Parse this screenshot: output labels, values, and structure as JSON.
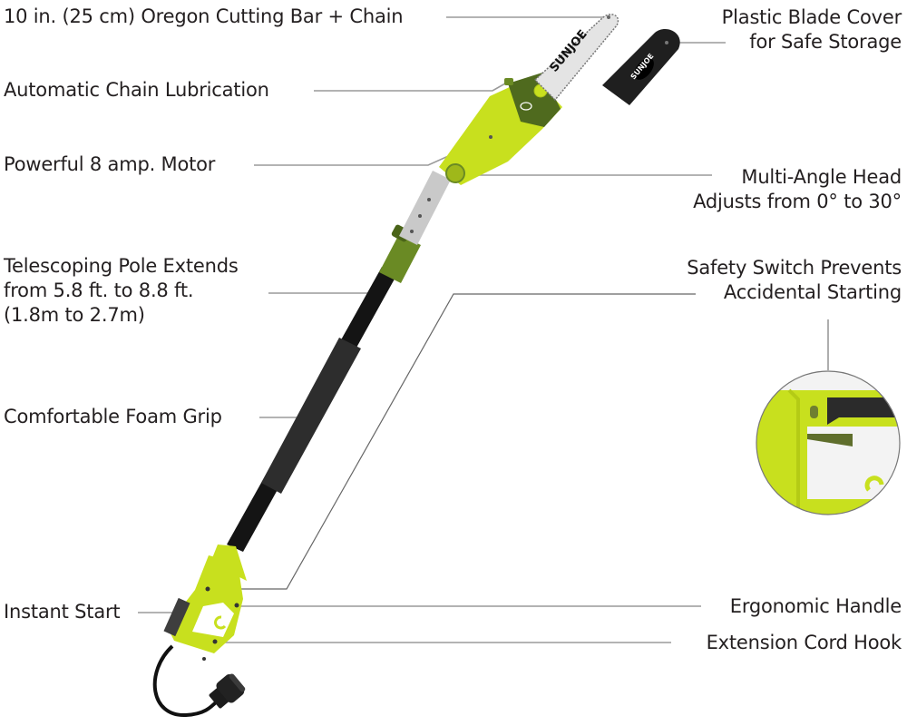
{
  "product": "Sun Joe electric pole chain saw",
  "brand_mark": "SUNJOE",
  "colors": {
    "accent_green": "#c8e01e",
    "dark_green": "#5f7a22",
    "olive": "#4f6a1e",
    "foam_black": "#2b2b2b",
    "callout_line": "#9a9a9a",
    "text": "#231f20"
  },
  "callouts": {
    "left": [
      {
        "id": "cutting-bar",
        "lines": [
          "10 in. (25 cm) Oregon Cutting Bar + Chain"
        ]
      },
      {
        "id": "chain-lubrication",
        "lines": [
          "Automatic Chain Lubrication"
        ]
      },
      {
        "id": "motor",
        "lines": [
          "Powerful 8 amp. Motor"
        ]
      },
      {
        "id": "telescoping-pole",
        "lines": [
          "Telescoping Pole Extends",
          "from 5.8 ft. to 8.8 ft.",
          "(1.8m to 2.7m)"
        ]
      },
      {
        "id": "foam-grip",
        "lines": [
          "Comfortable Foam Grip"
        ]
      },
      {
        "id": "instant-start",
        "lines": [
          "Instant Start"
        ]
      }
    ],
    "right": [
      {
        "id": "blade-cover",
        "lines": [
          "Plastic Blade Cover",
          "for Safe Storage"
        ]
      },
      {
        "id": "multi-angle-head",
        "lines": [
          "Multi-Angle Head",
          "Adjusts from 0° to 30°"
        ]
      },
      {
        "id": "safety-switch",
        "lines": [
          "Safety Switch Prevents",
          "Accidental Starting"
        ]
      },
      {
        "id": "ergonomic-handle",
        "lines": [
          "Ergonomic Handle"
        ]
      },
      {
        "id": "cord-hook",
        "lines": [
          "Extension Cord Hook"
        ]
      }
    ]
  }
}
